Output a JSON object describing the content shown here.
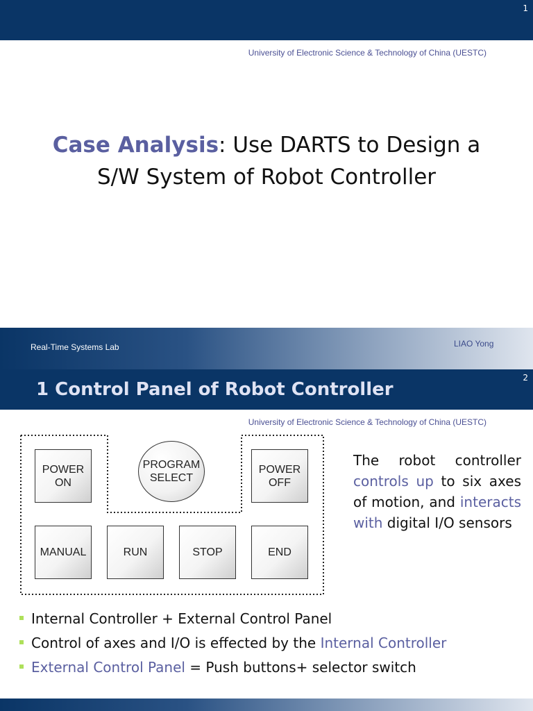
{
  "slide1": {
    "page_number": "1",
    "university": "University of Electronic Science & Technology of China (UESTC)",
    "title_accent": "Case Analysis",
    "title_rest_line1": ": Use DARTS to Design a",
    "title_line2": "S/W System of Robot Controller",
    "footer_left": "Real-Time Systems Lab",
    "footer_right": "LIAO Yong"
  },
  "slide2": {
    "page_number": "2",
    "title": "1 Control Panel of Robot Controller",
    "university": "University of Electronic Science & Technology of China (UESTC)",
    "panel": {
      "power_on": [
        "POWER",
        "ON"
      ],
      "program_select": [
        "PROGRAM",
        "SELECT"
      ],
      "power_off": [
        "POWER",
        "OFF"
      ],
      "manual": "MANUAL",
      "run": "RUN",
      "stop": "STOP",
      "end": "END"
    },
    "description": {
      "part1": "The robot controller ",
      "hl1": "controls up",
      "part2": " to six axes of motion, and ",
      "hl2": "interacts with",
      "part3": " digital I/O sensors"
    },
    "bullets": {
      "b1": "Internal Controller + External Control Panel",
      "b2_text": "Control of axes and I/O is effected by the ",
      "b2_hl": "Internal Controller",
      "b3_hl": "External Control Panel",
      "b3_text": " = Push buttons+ selector switch"
    }
  },
  "colors": {
    "header_bar": "#0a3566",
    "accent_text": "#5a5fa0",
    "bullet_marker": "#aee05a"
  }
}
